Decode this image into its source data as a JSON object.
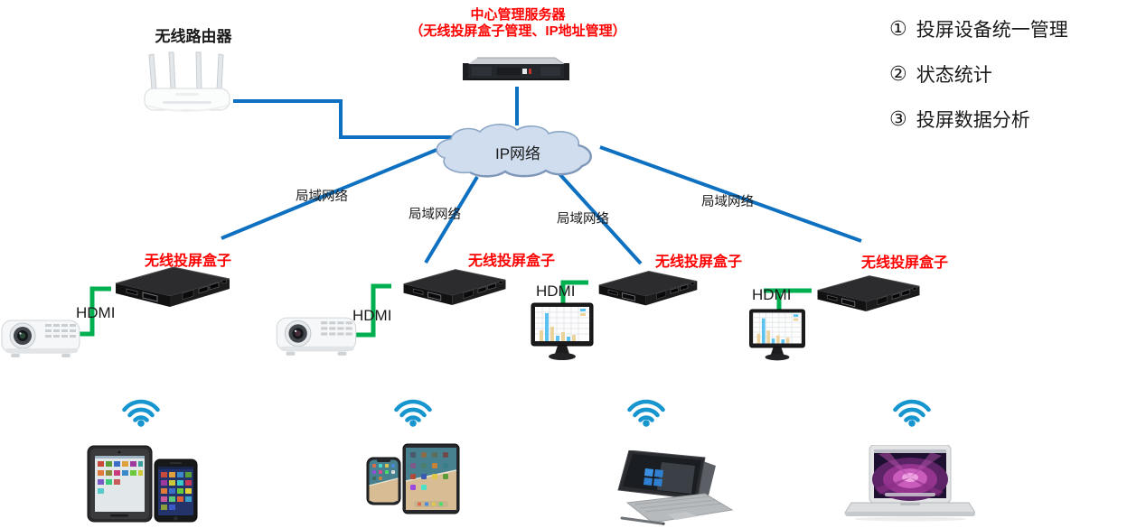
{
  "labels": {
    "router": "无线路由器",
    "server_title": "中心管理服务器",
    "server_subtitle": "（无线投屏盒子管理、IP地址管理）",
    "cloud": "IP网络",
    "lan": [
      "局域网络",
      "局域网络",
      "局域网络",
      "局域网络"
    ],
    "boxes": [
      "无线投屏盒子",
      "无线投屏盒子",
      "无线投屏盒子",
      "无线投屏盒子"
    ],
    "hdmi": [
      "HDMI",
      "HDMI",
      "HDMI",
      "HDMI"
    ]
  },
  "features": [
    {
      "bullet": "①",
      "text": "投屏设备统一管理"
    },
    {
      "bullet": "②",
      "text": "状态统计"
    },
    {
      "bullet": "③",
      "text": "投屏数据分析"
    }
  ],
  "icons": {
    "wireless-router": "white four-antenna wifi router",
    "rack-server": "1U rack management server",
    "network-cloud": "IP network cloud shape",
    "screen-mirroring-box": "black wireless projection set-top box",
    "projector": "white video projector",
    "monitor-with-chart": "desktop monitor showing bar chart",
    "wifi-icon": "blue wifi signal arcs",
    "tablet": "tablet with app grid",
    "smartphone": "smartphone with app grid",
    "iphone": "iPhone with beach wallpaper",
    "ipad": "iPad with beach wallpaper",
    "surface-laptop": "Surface tablet with type cover and pen",
    "macbook": "MacBook with aurora wallpaper"
  },
  "colors": {
    "connection_blue": "#0E70C0",
    "hdmi_green": "#00B050",
    "label_red": "#FF0000",
    "cloud_fill": "#CFDDEF",
    "cloud_border": "#8CA6C6",
    "wifi_blue": "#1695CE",
    "text_black": "#1A1A1A"
  }
}
